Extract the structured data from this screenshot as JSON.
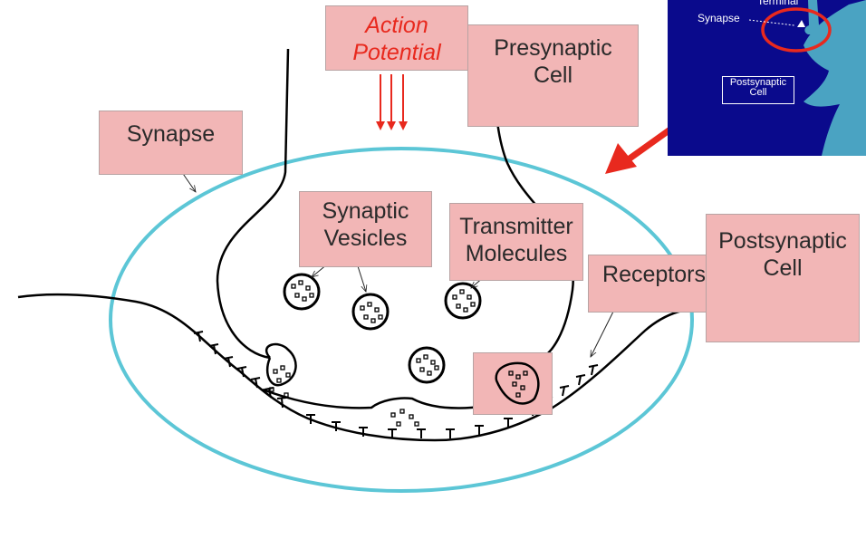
{
  "labels": {
    "action_potential": "Action\nPotential",
    "presynaptic_cell": "Presynaptic\nCell",
    "synapse": "Synapse",
    "synaptic_vesicles": "Synaptic\nVesicles",
    "transmitter_molecules": "Transmitter\nMolecules",
    "receptors": "Receptors",
    "postsynaptic_cell": "Postsynaptic\nCell"
  },
  "inset": {
    "terminal": "Terminal",
    "synapse": "Synapse",
    "postsynaptic_cell": "Postsynaptic\nCell"
  },
  "colors": {
    "label_fill": "#f2b6b6",
    "ellipse": "#5cc6d6",
    "action_potential": "#e8291e",
    "inset_background": "#0a0a8c",
    "neuron": "#4aa3c2"
  }
}
